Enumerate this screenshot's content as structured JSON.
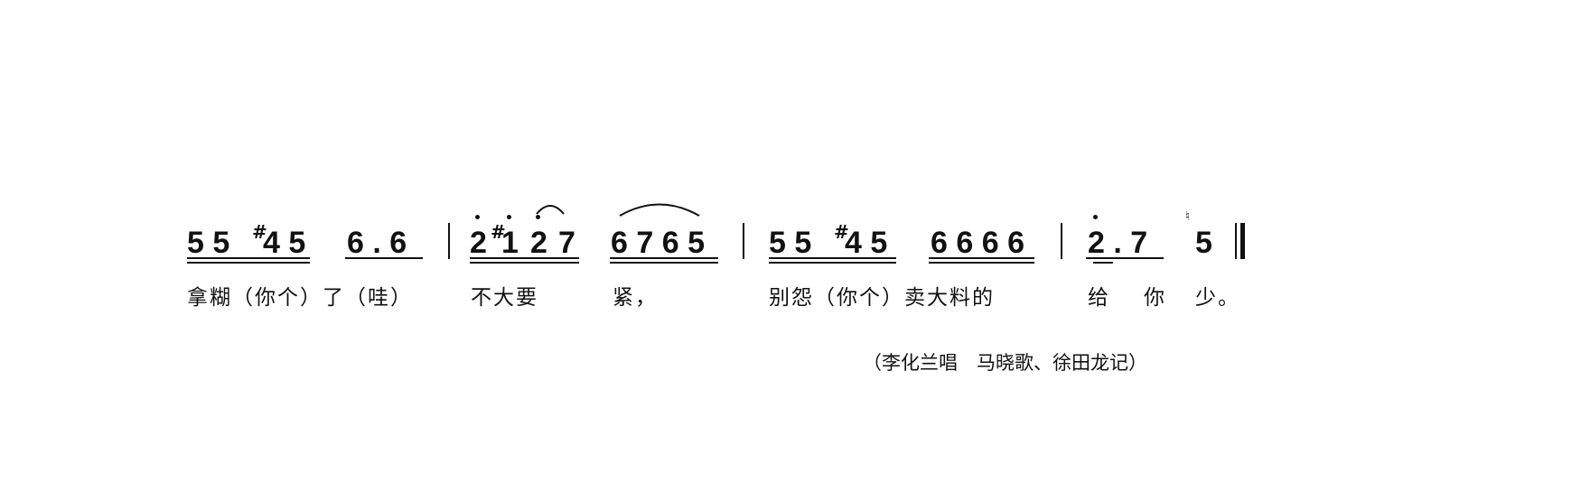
{
  "score": {
    "measures": [
      {
        "group1": "5 5",
        "sharp1": "#",
        "group1b": "4 5",
        "group2": "6 . 6"
      },
      {
        "note_2": "2",
        "sharp": "#",
        "note_1": "1",
        "note_2b": "2",
        "note_7": "7",
        "group2": "6 7 6 5"
      },
      {
        "group1": "5 5",
        "sharp1": "#",
        "group1b": "4 5",
        "group2": "6 6 6 6"
      },
      {
        "group1": "2 . 7",
        "grace": "♮",
        "note_5": "5"
      }
    ],
    "lyrics": {
      "segment1": "拿糊（你个）了（哇）",
      "segment2": "不大要",
      "segment3": "紧，",
      "segment4": "别怨（你个）卖大料的",
      "segment5": "给",
      "segment6": "你",
      "segment7": "少。"
    },
    "credit": "（李化兰唱　马晓歌、徐田龙记）"
  }
}
